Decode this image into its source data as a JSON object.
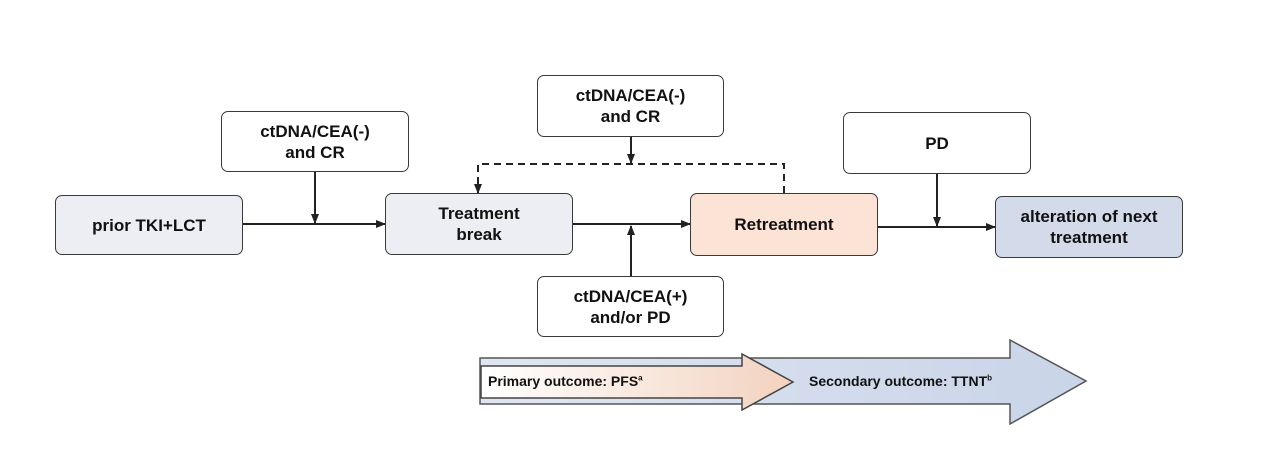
{
  "nodes": {
    "prior": "prior TKI+LCT",
    "break": "Treatment\nbreak",
    "retreatment": "Retreatment",
    "next": "alteration of next\ntreatment",
    "cond1": "ctDNA/CEA(-)\nand CR",
    "cond_top": "ctDNA/CEA(-)\nand CR",
    "cond_bottom": "ctDNA/CEA(+)\nand/or PD",
    "pd": "PD"
  },
  "outcomes": {
    "primary": "Primary outcome: PFS",
    "primary_sup": "a",
    "secondary": "Secondary outcome: TTNT",
    "secondary_sup": "b"
  },
  "colors": {
    "gray_box": "#eceef3",
    "peach_box": "#fbe3d6",
    "blue_box": "#d3dbeb",
    "line": "#222222"
  }
}
